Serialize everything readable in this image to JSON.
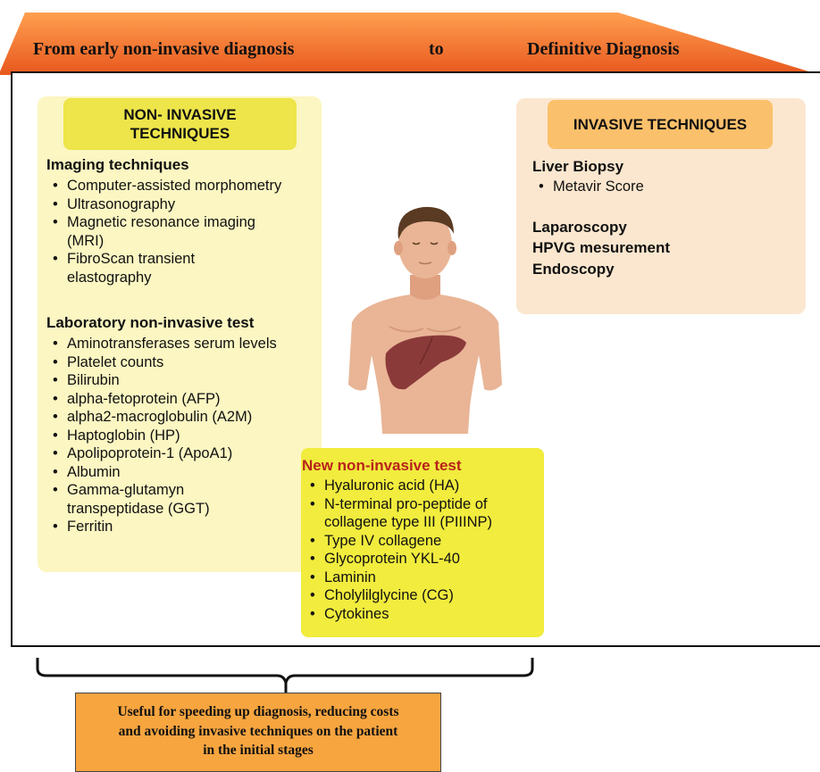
{
  "banner": {
    "left_text": "From early non-invasive diagnosis",
    "middle_text": "to",
    "right_text": "Definitive Diagnosis",
    "gradient_colors": [
      "#ffa050",
      "#e8571e"
    ]
  },
  "non_invasive": {
    "header_line1": "NON- INVASIVE",
    "header_line2": "TECHNIQUES",
    "imaging": {
      "title": "Imaging techniques",
      "items": [
        "Computer-assisted morphometry",
        "Ultrasonography",
        "Magnetic resonance imaging (MRI)",
        "FibroScan transient elastography"
      ]
    },
    "laboratory": {
      "title": "Laboratory non-invasive test",
      "items": [
        "Aminotransferases serum levels",
        "Platelet counts",
        "Bilirubin",
        "alpha-fetoprotein (AFP)",
        "alpha2-macroglobulin (A2M)",
        "Haptoglobin (HP)",
        "Apolipoprotein-1 (ApoA1)",
        "Albumin",
        "Gamma-glutamyn transpeptidase (GGT)",
        "Ferritin"
      ]
    }
  },
  "invasive": {
    "header": "INVASIVE TECHNIQUES",
    "liver_biopsy": "Liver Biopsy",
    "biopsy_items": [
      "Metavir Score"
    ],
    "laparoscopy": "Laparoscopy",
    "hpvg": "HPVG mesurement",
    "endoscopy": "Endoscopy"
  },
  "new_test": {
    "title": "New non-invasive test",
    "items": [
      "Hyaluronic acid (HA)",
      "N-terminal pro-peptide of collagene type III (PIIINP)",
      "Type IV collagene",
      "Glycoprotein YKL-40",
      "Laminin",
      "Cholylilglycine (CG)",
      "Cytokines"
    ]
  },
  "summary": {
    "line1": "Useful for speeding up diagnosis, reducing costs",
    "line2": "and avoiding invasive techniques on the patient",
    "line3": "in the initial stages"
  },
  "icons": [
    "human-torso-icon",
    "liver-icon"
  ]
}
